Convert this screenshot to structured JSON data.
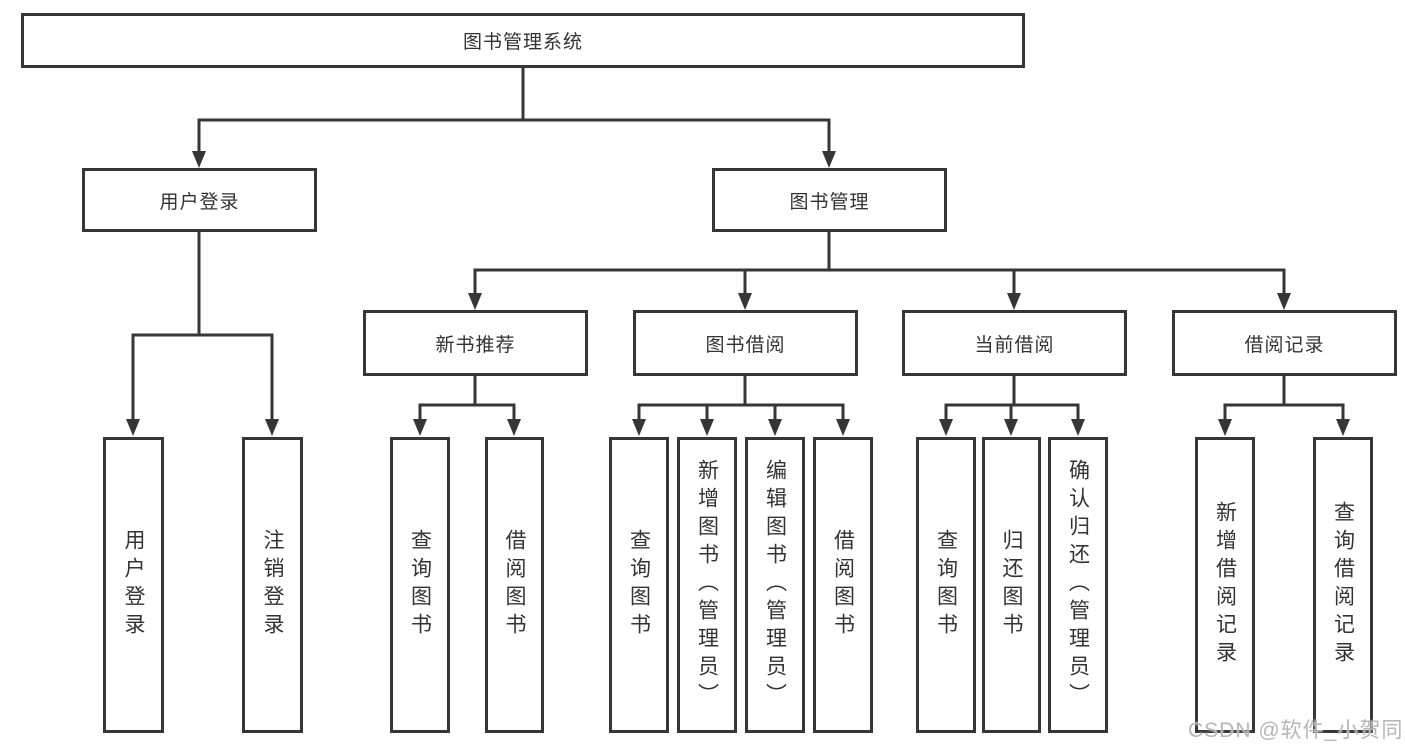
{
  "diagram_title": "图书管理系统",
  "nodes": {
    "root": "图书管理系统",
    "user_login": "用户登录",
    "book_mgmt": "图书管理",
    "new_book_rec": "新书推荐",
    "book_borrow": "图书借阅",
    "current_borrow": "当前借阅",
    "borrow_records": "借阅记录",
    "leaf_user_login": "用户登录",
    "leaf_logout": "注销登录",
    "leaf_query_book_rec": "查询图书",
    "leaf_borrow_book_rec": "借阅图书",
    "leaf_query_book_borrow": "查询图书",
    "leaf_add_book": "新增图书（管理员）",
    "leaf_edit_book": "编辑图书（管理员）",
    "leaf_borrow_book_borrow": "借阅图书",
    "leaf_query_book_current": "查询图书",
    "leaf_return_book": "归还图书",
    "leaf_confirm_return": "确认归还（管理员）",
    "leaf_add_borrow_record": "新增借阅记录",
    "leaf_query_borrow_record": "查询借阅记录"
  },
  "hierarchy": {
    "图书管理系统": {
      "用户登录": [
        "用户登录",
        "注销登录"
      ],
      "图书管理": {
        "新书推荐": [
          "查询图书",
          "借阅图书"
        ],
        "图书借阅": [
          "查询图书",
          "新增图书（管理员）",
          "编辑图书（管理员）",
          "借阅图书"
        ],
        "当前借阅": [
          "查询图书",
          "归还图书",
          "确认归还（管理员）"
        ],
        "借阅记录": [
          "新增借阅记录",
          "查询借阅记录"
        ]
      }
    }
  },
  "watermark": "CSDN @软件_小贺同学",
  "colors": {
    "line": "#363636",
    "text": "#333333",
    "watermark": "#b2b2b2",
    "background": "#ffffff"
  }
}
